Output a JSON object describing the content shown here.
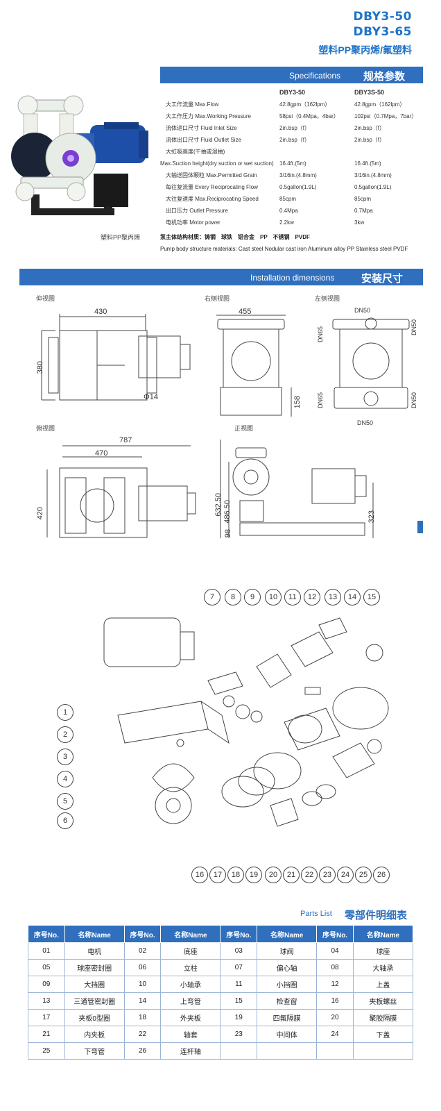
{
  "header": {
    "model1": "DBY3-50",
    "model2": "DBY3-65",
    "subtitle": "塑料PP聚丙烯/氟塑料"
  },
  "specifications": {
    "title_en": "Specifications",
    "title_cn": "规格参数",
    "col1": "DBY3-50",
    "col2": "DBY3S-50",
    "rows": [
      {
        "label": "大工作流量 Max.Flow",
        "v1": "42.8gpm（162lpm）",
        "v2": "42.8gpm（162lpm）"
      },
      {
        "label": "大工作压力 Max.Working Pressure",
        "v1": "58psi（0.4Mpa，4bar）",
        "v2": "102psi（0.7Mpa，7bar）"
      },
      {
        "label": "流体进口尺寸 Fluid Inlet Size",
        "v1": "2in.bsp（f）",
        "v2": "2in.bsp（f）"
      },
      {
        "label": "流体出口尺寸 Fluid Outlet Size",
        "v1": "2in.bsp（f）",
        "v2": "2in.bsp（f）"
      },
      {
        "label": "大虹吸高度(干抽或湿抽)",
        "v1": "",
        "v2": ""
      },
      {
        "label": "Max.Suction height(dry suction or wet suction)",
        "v1": "16.4ft.(5m)",
        "v2": "16.4ft.(5m)"
      },
      {
        "label": "大输送固体颗粒 Max.Permitted Grain",
        "v1": "3/16in.(4.8mm)",
        "v2": "3/16in.(4.8mm)"
      },
      {
        "label": "每往复流量 Every Reciprocating Flow",
        "v1": "0.5gallon(1.9L)",
        "v2": "0.5gallon(1.9L)"
      },
      {
        "label": "大往复速度 Max.Reciprocating Speed",
        "v1": "85cpm",
        "v2": "85cpm"
      },
      {
        "label": "出口压力 Outlet Pressure",
        "v1": "0.4Mpa",
        "v2": "0.7Mpa"
      },
      {
        "label": "电机功率 Motor power",
        "v1": "2.2kw",
        "v2": "3kw"
      }
    ],
    "materials_cn": "泵主体结构材质：铸钢　球铁　铝合金　PP　不锈钢　PVDF",
    "materials_en": "Pump body structure materials: Cast steel  Nodular cast iron  Aluminum alloy  PP  Stainless steel  PVDF"
  },
  "product_caption": "塑料PP聚丙烯",
  "installation": {
    "title_en": "Installation dimensions",
    "title_cn": "安装尺寸",
    "views": {
      "bottom": "仰视图",
      "right": "右侧视图",
      "left": "左侧视图",
      "top": "俯视图",
      "front": "正视图"
    },
    "dims": {
      "d430": "430",
      "d380": "380",
      "d14": "Φ14",
      "d455": "455",
      "d158": "158",
      "dn50a": "DN50",
      "dn65a": "DN65",
      "dn50b": "DN50",
      "dn65b": "DN65",
      "dn50c": "DN50",
      "dn50d": "DN50",
      "d787": "787",
      "d470": "470",
      "d420": "420",
      "d632": "632.50",
      "d486": "486.50",
      "d98": "98",
      "d323": "323"
    }
  },
  "callouts": [
    "1",
    "2",
    "3",
    "4",
    "5",
    "6",
    "7",
    "8",
    "9",
    "10",
    "11",
    "12",
    "13",
    "14",
    "15",
    "16",
    "17",
    "18",
    "19",
    "20",
    "21",
    "22",
    "23",
    "24",
    "25",
    "26"
  ],
  "parts_list": {
    "title_en": "Parts List",
    "title_cn": "零部件明细表",
    "headers": [
      "序号No.",
      "名称Name",
      "序号No.",
      "名称Name",
      "序号No.",
      "名称Name",
      "序号No.",
      "名称Name"
    ],
    "rows": [
      [
        "01",
        "电机",
        "02",
        "底座",
        "03",
        "球阀",
        "04",
        "球座"
      ],
      [
        "05",
        "球座密封圈",
        "06",
        "立柱",
        "07",
        "偏心轴",
        "08",
        "大轴承"
      ],
      [
        "09",
        "大挡圈",
        "10",
        "小轴承",
        "11",
        "小挡圈",
        "12",
        "上盖"
      ],
      [
        "13",
        "三通管密封圈",
        "14",
        "上弯管",
        "15",
        "检查窗",
        "16",
        "夹板螺丝"
      ],
      [
        "17",
        "夹板0型圈",
        "18",
        "外夹板",
        "19",
        "四氟隔膜",
        "20",
        "聚胶隔膜"
      ],
      [
        "21",
        "内夹板",
        "22",
        "轴套",
        "23",
        "中间体",
        "24",
        "下盖"
      ],
      [
        "25",
        "下弯管",
        "26",
        "连杆轴",
        "",
        "",
        "",
        ""
      ]
    ]
  },
  "colors": {
    "accent": "#2f6fbd",
    "title": "#1f73c7"
  }
}
